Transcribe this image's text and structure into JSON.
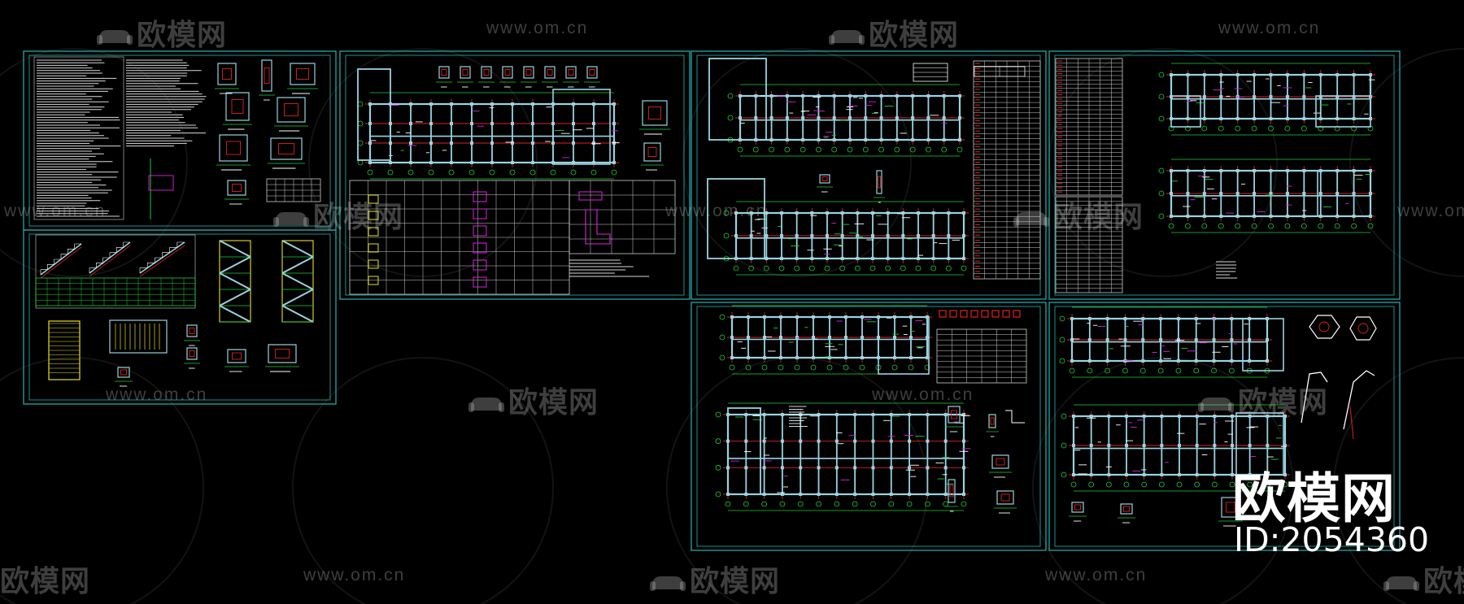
{
  "watermark": {
    "brand_cn": "欧模网",
    "url": "www.om.cn",
    "id_label": "ID:2054360"
  },
  "colors": {
    "background": "#000000",
    "frame": "#23b6b6",
    "grid_red": "#e02020",
    "wall": "#9ad3e0",
    "dim_green": "#1fcf35",
    "text_white": "#ffffff",
    "table_gray": "#cfcfcf",
    "symbol_yellow": "#e8e020",
    "symbol_magenta": "#e020e0"
  },
  "sheets": [
    {
      "id": "s1",
      "kind": "general-notes"
    },
    {
      "id": "s2",
      "kind": "stair-details"
    },
    {
      "id": "s3",
      "kind": "foundation-plan"
    },
    {
      "id": "s4",
      "kind": "floor-plans-with-schedule"
    },
    {
      "id": "s5",
      "kind": "schedule-and-plans"
    },
    {
      "id": "s6",
      "kind": "floor-plans-with-details"
    },
    {
      "id": "s7",
      "kind": "roof-plans-with-details"
    }
  ]
}
